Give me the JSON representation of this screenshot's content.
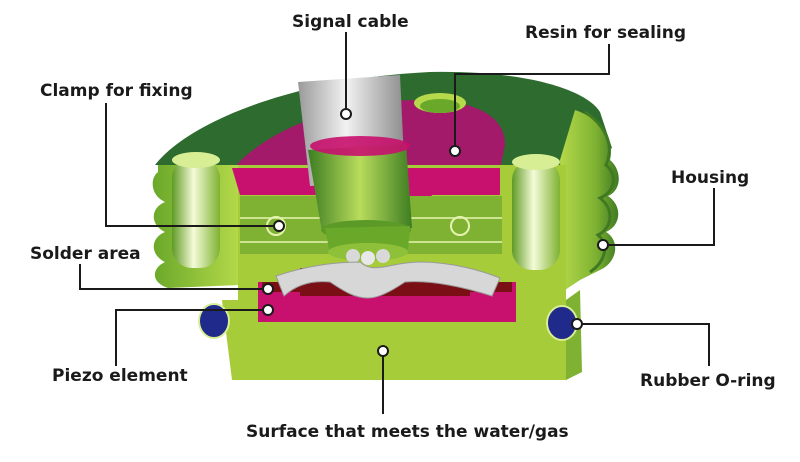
{
  "labels": {
    "signal_cable": "Signal cable",
    "resin_for_sealing": "Resin for sealing",
    "clamp_for_fixing": "Clamp for fixing",
    "housing": "Housing",
    "solder_area": "Solder area",
    "piezo_element": "Piezo element",
    "rubber_o_ring": "Rubber O-ring",
    "surface": "Surface that meets the water/gas"
  },
  "colors": {
    "housing_dark": "#2e6b2e",
    "housing_mid": "#6aa82a",
    "housing_light": "#b5d94a",
    "housing_lime": "#a6cc3a",
    "resin_magenta": "#c8106e",
    "resin_dark": "#7a0a3c",
    "piezo_dark_red": "#7a0f16",
    "cable_grey": "#c9c9c9",
    "o_ring_blue": "#1f2a8a",
    "leader_line": "#1a1a1a"
  },
  "icons": [
    "piezo-sensor-cutaway-illustration"
  ]
}
